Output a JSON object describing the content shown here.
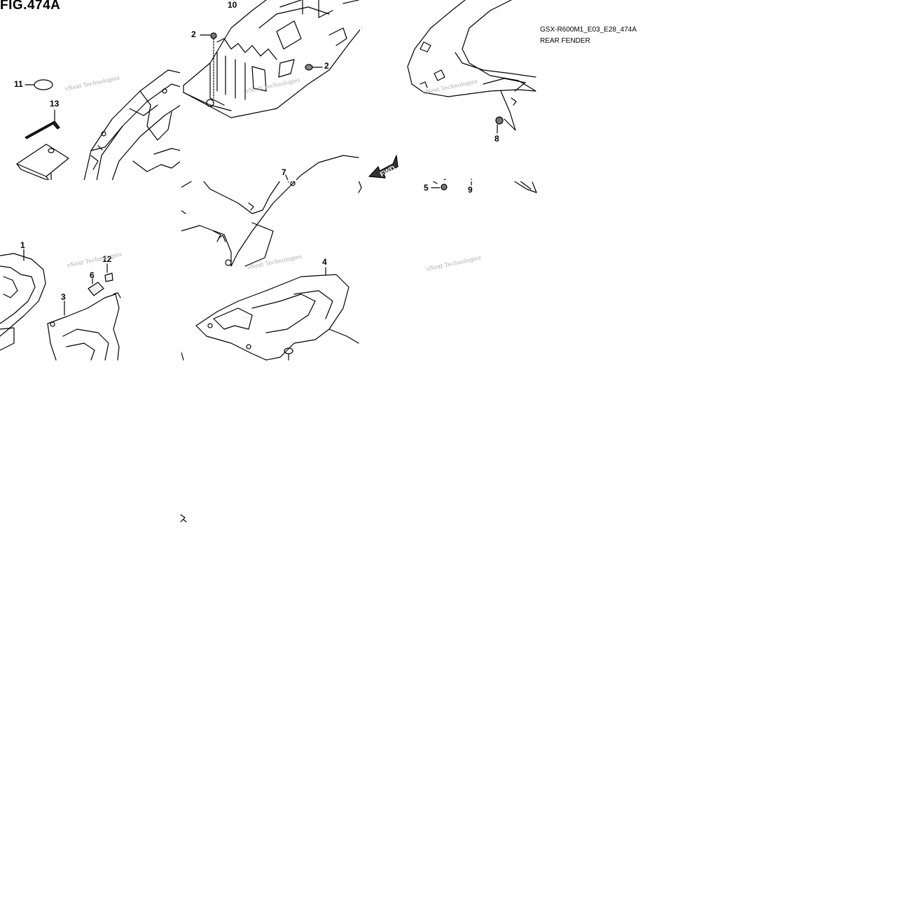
{
  "figure": {
    "number": "FIG.474A",
    "model_code": "GSX-R600M1_E03_E28_474A",
    "section_name": "REAR FENDER"
  },
  "direction_arrow": {
    "label": "FWD"
  },
  "watermark": {
    "text": "vNext Technologies"
  },
  "callouts": [
    {
      "id": "c10",
      "label": "10"
    },
    {
      "id": "c2a",
      "label": "2"
    },
    {
      "id": "c2b",
      "label": "2"
    },
    {
      "id": "c11",
      "label": "11"
    },
    {
      "id": "c13",
      "label": "13"
    },
    {
      "id": "c8",
      "label": "8"
    },
    {
      "id": "c7",
      "label": "7"
    },
    {
      "id": "c5",
      "label": "5"
    },
    {
      "id": "c9",
      "label": "9"
    },
    {
      "id": "c1",
      "label": "1"
    },
    {
      "id": "c12",
      "label": "12"
    },
    {
      "id": "c6",
      "label": "6"
    },
    {
      "id": "c3",
      "label": "3"
    },
    {
      "id": "c4",
      "label": "4"
    }
  ]
}
